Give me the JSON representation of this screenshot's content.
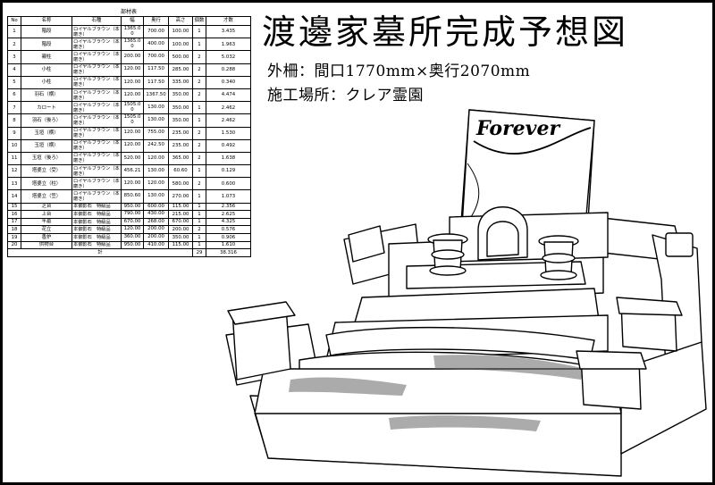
{
  "title": "渡邊家墓所完成予想図",
  "subtitle_fence": "外柵：間口1770mm×奥行2070mm",
  "subtitle_site": "施工場所：クレア霊園",
  "engraving": "Forever",
  "table": {
    "caption": "部材表",
    "headers": [
      "No",
      "名称",
      "石種",
      "幅",
      "奥行",
      "高さ",
      "個数",
      "才数"
    ],
    "rows": [
      {
        "no": "1",
        "name": "階段",
        "stone": "ロイヤルブラウン（本磨き）",
        "w": "1365.00",
        "d": "700.00",
        "h": "100.00",
        "qty": "1",
        "sai": "3.435"
      },
      {
        "no": "2",
        "name": "階段",
        "stone": "ロイヤルブラウン（本磨き）",
        "w": "1365.00",
        "d": "400.00",
        "h": "100.00",
        "qty": "1",
        "sai": "1.963"
      },
      {
        "no": "3",
        "name": "親柱",
        "stone": "ロイヤルブラウン（本磨き）",
        "w": "200.00",
        "d": "700.00",
        "h": "500.00",
        "qty": "2",
        "sai": "5.032"
      },
      {
        "no": "4",
        "name": "小柱",
        "stone": "ロイヤルブラウン（本磨き）",
        "w": "120.00",
        "d": "117.50",
        "h": "285.00",
        "qty": "2",
        "sai": "0.288"
      },
      {
        "no": "5",
        "name": "小柱",
        "stone": "ロイヤルブラウン（本磨き）",
        "w": "120.00",
        "d": "117.50",
        "h": "335.00",
        "qty": "2",
        "sai": "0.340"
      },
      {
        "no": "6",
        "name": "羽石（横）",
        "stone": "ロイヤルブラウン（本磨き）",
        "w": "120.00",
        "d": "1367.50",
        "h": "350.00",
        "qty": "2",
        "sai": "4.474"
      },
      {
        "no": "7",
        "name": "カロート",
        "stone": "ロイヤルブラウン（本磨き）",
        "w": "1505.00",
        "d": "130.00",
        "h": "350.00",
        "qty": "1",
        "sai": "2.462"
      },
      {
        "no": "8",
        "name": "羽石（後ろ）",
        "stone": "ロイヤルブラウン（本磨き）",
        "w": "1505.00",
        "d": "130.00",
        "h": "350.00",
        "qty": "1",
        "sai": "2.462"
      },
      {
        "no": "9",
        "name": "玉垣（横）",
        "stone": "ロイヤルブラウン（本磨き）",
        "w": "120.00",
        "d": "755.00",
        "h": "235.00",
        "qty": "2",
        "sai": "1.530"
      },
      {
        "no": "10",
        "name": "玉垣（横）",
        "stone": "ロイヤルブラウン（本磨き）",
        "w": "120.00",
        "d": "242.50",
        "h": "235.00",
        "qty": "2",
        "sai": "0.492"
      },
      {
        "no": "11",
        "name": "玉垣（後ろ）",
        "stone": "ロイヤルブラウン（本磨き）",
        "w": "520.00",
        "d": "120.00",
        "h": "365.00",
        "qty": "2",
        "sai": "1.638"
      },
      {
        "no": "12",
        "name": "塔婆立（受）",
        "stone": "ロイヤルブラウン（本磨き）",
        "w": "456.21",
        "d": "130.00",
        "h": "60.60",
        "qty": "1",
        "sai": "0.129"
      },
      {
        "no": "13",
        "name": "塔婆立（柱）",
        "stone": "ロイヤルブラウン（本磨き）",
        "w": "120.00",
        "d": "120.00",
        "h": "580.00",
        "qty": "2",
        "sai": "0.600"
      },
      {
        "no": "14",
        "name": "塔婆立（笠）",
        "stone": "ロイヤルブラウン（本磨き）",
        "w": "850.60",
        "d": "130.00",
        "h": "270.00",
        "qty": "1",
        "sai": "1.073"
      },
      {
        "no": "15",
        "name": "芝台",
        "stone": "本御影石　特級品",
        "w": "950.00",
        "d": "600.00",
        "h": "115.00",
        "qty": "1",
        "sai": "2.356"
      },
      {
        "no": "16",
        "name": "上台",
        "stone": "本御影石　特級品",
        "w": "790.00",
        "d": "430.00",
        "h": "215.00",
        "qty": "1",
        "sai": "2.625"
      },
      {
        "no": "17",
        "name": "竿墓",
        "stone": "本御影石　特級品",
        "w": "670.00",
        "d": "268.00",
        "h": "670.00",
        "qty": "1",
        "sai": "4.325"
      },
      {
        "no": "18",
        "name": "花立",
        "stone": "本御影石　特級品",
        "w": "120.00",
        "d": "200.00",
        "h": "200.00",
        "qty": "2",
        "sai": "0.576"
      },
      {
        "no": "19",
        "name": "香炉",
        "stone": "本御影石　特級品",
        "w": "360.00",
        "d": "200.00",
        "h": "350.00",
        "qty": "1",
        "sai": "0.906"
      },
      {
        "no": "20",
        "name": "供物台",
        "stone": "本御影石　特級品",
        "w": "950.00",
        "d": "410.00",
        "h": "115.00",
        "qty": "1",
        "sai": "1.610"
      }
    ],
    "total": {
      "label": "計",
      "qty": "29",
      "sai": "38.316"
    }
  }
}
